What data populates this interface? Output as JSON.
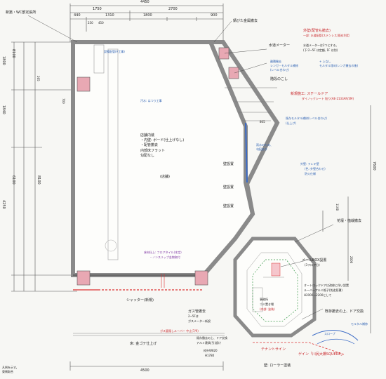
{
  "dims": {
    "top_total": "4450",
    "top_1750": "1750",
    "top_2700": "2700",
    "top_440": "440",
    "top_1310": "1310",
    "top_1800": "1800",
    "top_900": "900",
    "top_250": "250",
    "top_450": "450",
    "left_1800": "1800",
    "left_1840": "1840",
    "left_4250": "4250",
    "left_8100": "8100",
    "left_6100": "6100",
    "left_265": "265",
    "left_700": "700",
    "right_7600": "7600",
    "right_2000": "2000",
    "right_1100": "1100",
    "door_805": "805",
    "bottom_4500": "4500"
  },
  "notes": {
    "toilet_removal": "新築・WC部定張所",
    "rusted_removal": "錆びた金属撤去",
    "ext_wall_red": "外壁(配管も撤去)",
    "ext_wall_red2": "一部: 水道配管(ステンレス)既存利用",
    "water_meter": "水道メーター",
    "water_meter_note1": "水道メーターは2つとする。",
    "water_meter_note2": "(下:2~5F は定額, 1F は別)",
    "brick_fill1": "離積撤去",
    "brick_fill2": "レンガ・モルタル補修",
    "brick_fill3": "(レベル合わせ)",
    "upper_note1": "+ 上なし",
    "upper_note2": "モルタル埋め(レンガ撤去の後)",
    "equipment_pipe": "設備配管(A工事)",
    "drain_work": "汚水: はつり工事",
    "stair_leave": "階段のこし",
    "new_door": "新規施工: スチールドア",
    "new_door2": "ダイノックシート 貼り(AE-2133AR/3M)",
    "wall_repair1": "既存モルタル補修(レベル合わせ)",
    "wall_repair2": "(仕上げ)",
    "rain1": "雨水のため、",
    "rain2": "勾配あり",
    "flat_wall1": "外壁: フレキ壁",
    "flat_wall2": "(色: 外壁合わせ)",
    "flat_wall3": "防火仕様",
    "shop_interior1": "店舗内装",
    "shop_interior2": "・内壁: ボード(仕上げなし)",
    "shop_interior3": "・配管撤去",
    "shop_interior4": "内部床フラット",
    "shop_interior5": "勾配なし",
    "shop_label": "(店舗)",
    "wall_finish1": "壁設置",
    "wall_finish2": "壁設置",
    "wall_finish3": "壁設置",
    "planter_removal": "花壇・植栽撤去",
    "mailbox1": "メールBOX設置",
    "mailbox2": "(3フロア分)",
    "floor_vinyl1": "床材仕上: フロアタイル(本定)",
    "floor_vinyl2": "・ノンスリップ金物取付",
    "shutter": "シャッター(新規)",
    "gas_removal1": "ガス管撤去",
    "gas_removal2": "2~5Fは",
    "gas_removal3": "ガスメーター新設",
    "gas_louver": "ガス管隠しルーバー 中止(7/9)",
    "autolock1": "オートロックドアは改修に伴い設置",
    "autolock2": "ルーバーアルミ格子(別途見積)",
    "autolock3": "H2000〜2200として",
    "existing_door": "既存撤去の上、ドア交換",
    "mortar_repair": "モルタル補修",
    "slope": "スロープ",
    "entrance_remove1": "既存撤去の上、ドア交換",
    "entrance_remove2": "アルミ建具(引)設け",
    "office1": "事務所",
    "office2": "ゴミ置き場",
    "office3": "(内部: 塗装)",
    "tenant_sign": "テナントサイン",
    "name_sign": "ゲイン「川尻大橋SQUERE」",
    "roller_paint": "壁: ローラー塗装",
    "gate_wall": "床: 金ゴテ仕上げ",
    "frame_size1": "枠外W820",
    "frame_size2": "H1780",
    "footer_note1": "凡例を示す。",
    "footer_note2": "東側取合"
  }
}
